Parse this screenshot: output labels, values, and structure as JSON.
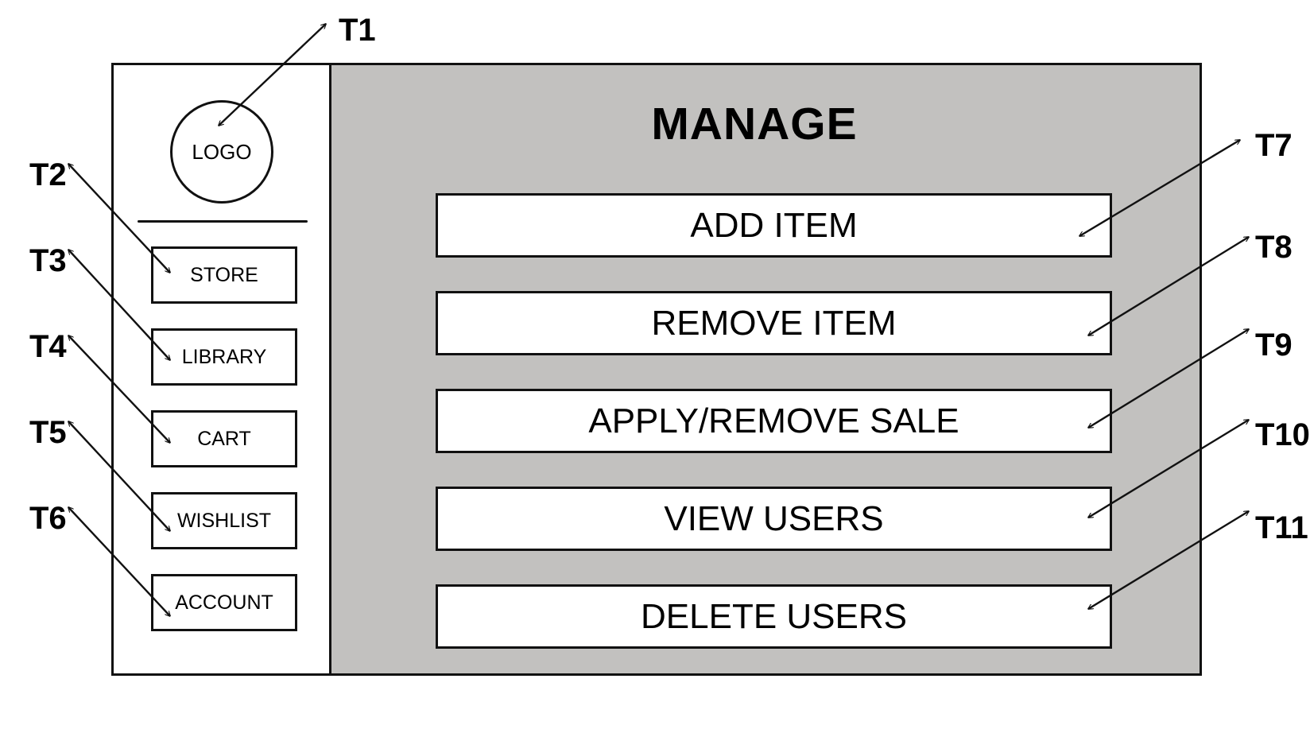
{
  "sidebar": {
    "logo_label": "LOGO",
    "items": [
      {
        "label": "STORE"
      },
      {
        "label": "LIBRARY"
      },
      {
        "label": "CART"
      },
      {
        "label": "WISHLIST"
      },
      {
        "label": "ACCOUNT"
      }
    ]
  },
  "main": {
    "title": "MANAGE",
    "actions": [
      {
        "label": "ADD ITEM"
      },
      {
        "label": "REMOVE ITEM"
      },
      {
        "label": "APPLY/REMOVE SALE"
      },
      {
        "label": "VIEW USERS"
      },
      {
        "label": "DELETE USERS"
      }
    ]
  },
  "callouts": [
    "T1",
    "T2",
    "T3",
    "T4",
    "T5",
    "T6",
    "T7",
    "T8",
    "T9",
    "T10",
    "T11"
  ],
  "colors": {
    "panel_bg": "#c2c1bf",
    "stroke": "#111111",
    "button_bg": "#ffffff"
  }
}
